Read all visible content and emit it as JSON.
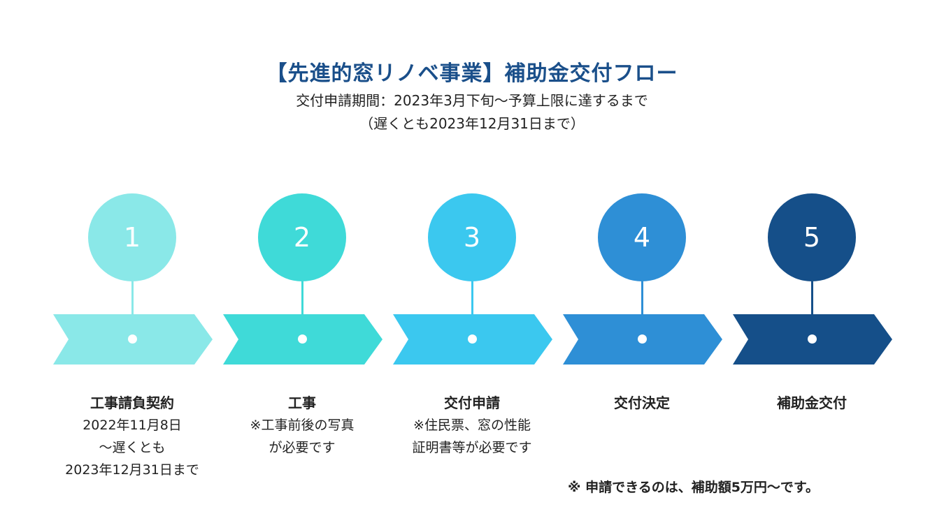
{
  "header": {
    "title": "【先進的窓リノベ事業】補助金交付フロー",
    "subtitle_line1": "交付申請期間：2023年3月下旬～予算上限に達するまで",
    "subtitle_line2": "（遅くとも2023年12月31日まで）"
  },
  "steps": [
    {
      "number": "1",
      "label": "工事請負契約",
      "desc": [
        "2022年11月8日",
        "～遅くとも",
        "2023年12月31日まで"
      ],
      "color": "#8ae8e8"
    },
    {
      "number": "2",
      "label": "工事",
      "desc": [
        "※工事前後の写真",
        "が必要です"
      ],
      "color": "#3fdad8"
    },
    {
      "number": "3",
      "label": "交付申請",
      "desc": [
        "※住民票、窓の性能",
        "証明書等が必要です"
      ],
      "color": "#3bc8ef"
    },
    {
      "number": "4",
      "label": "交付決定",
      "desc": [],
      "color": "#2e8fd6"
    },
    {
      "number": "5",
      "label": "補助金交付",
      "desc": [],
      "color": "#154f89"
    }
  ],
  "note": "※ 申請できるのは、補助額5万円～です。"
}
